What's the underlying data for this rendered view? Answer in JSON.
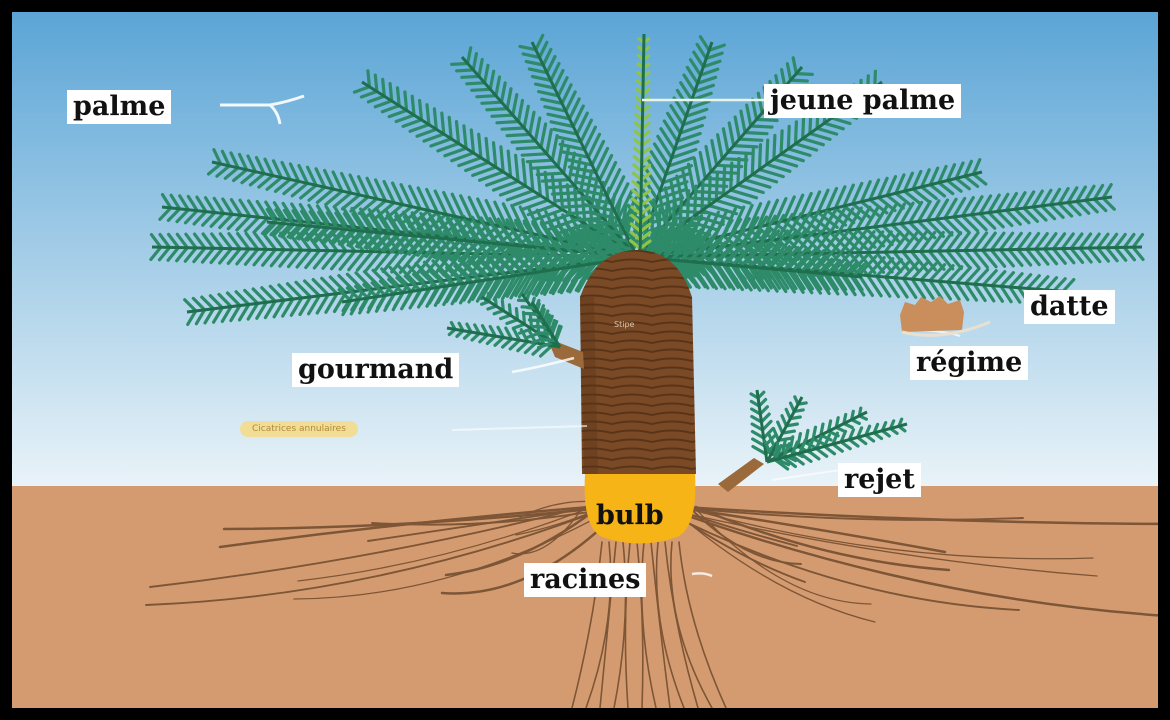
{
  "labels": {
    "palme": "palme",
    "jeune_palme": "jeune palme",
    "datte": "datte",
    "regime": "régime",
    "gourmand": "gourmand",
    "rejet": "rejet",
    "bulb": "bulb",
    "racines": "racines",
    "cicatrices": "Cicatrices annulaires",
    "stipe": "Stipe"
  },
  "colors": {
    "frame": "#000000",
    "sky_top": "#5ba5d6",
    "sky_bottom": "#e9f3f8",
    "soil": "#d59b70",
    "trunk": "#7a4a26",
    "frond": "#2e8b69",
    "young_frond": "#8fc44a",
    "bulb": "#f7b417",
    "root": "#7d5637",
    "date_fruit": "#c98e5b"
  }
}
